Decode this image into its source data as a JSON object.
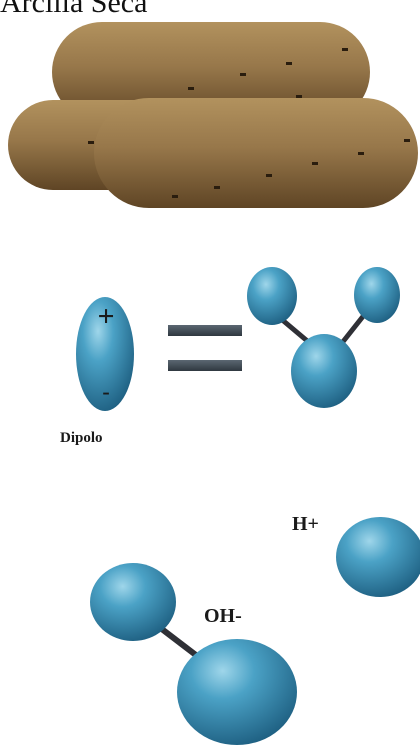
{
  "title": "Arcilla Seca",
  "dipole": {
    "label": "Dipolo",
    "plus": "+",
    "minus": "-"
  },
  "ions": {
    "hydroxide": "OH-",
    "hydrogen": "H+"
  },
  "colors": {
    "clay": "#8a6a40",
    "molecule": "#3a8fb5",
    "equals": "#3f4a55"
  }
}
